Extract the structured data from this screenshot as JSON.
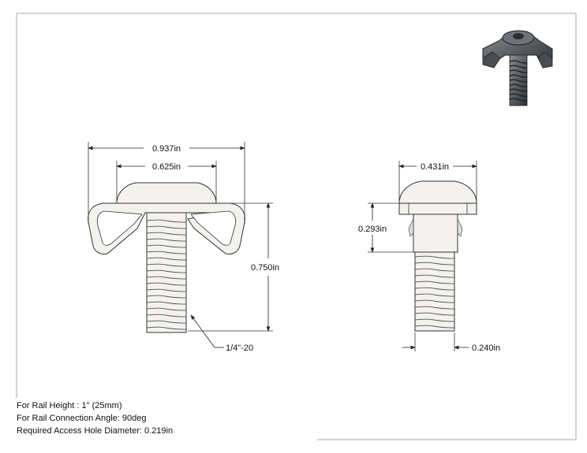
{
  "dimensions": {
    "overall_width": "0.937in",
    "head_width": "0.625in",
    "total_height": "0.750in",
    "thread": "1/4\"-20",
    "side_head_width": "0.431in",
    "shank_length": "0.293in",
    "shank_diameter": "0.240in"
  },
  "notes": [
    "For Rail Height : 1\" (25mm)",
    "For Rail Connection Angle: 90deg",
    "Required Access Hole Diameter: 0.219in"
  ],
  "colors": {
    "line": "#333333",
    "part_fill": "#f4f2ee",
    "iso_metal": "#5a5d62"
  },
  "icons": [
    "iso-view-render"
  ]
}
